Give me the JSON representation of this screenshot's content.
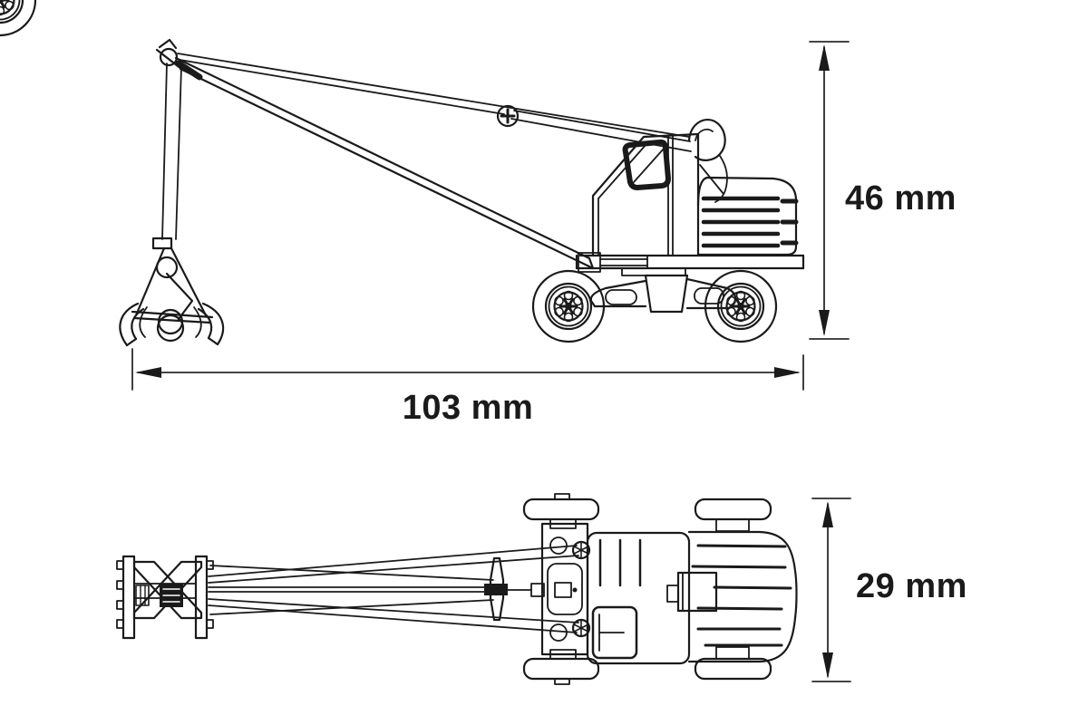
{
  "drawing": {
    "dimensions": {
      "height": {
        "label": "46 mm",
        "value": 46,
        "unit": "mm"
      },
      "length": {
        "label": "103 mm",
        "value": 103,
        "unit": "mm"
      },
      "width": {
        "label": "29 mm",
        "value": 29,
        "unit": "mm"
      }
    },
    "colors": {
      "line": "#1a1a1a",
      "dimension_line": "#2b2b2b",
      "text": "#1a1a1a",
      "background": "#ffffff"
    }
  }
}
